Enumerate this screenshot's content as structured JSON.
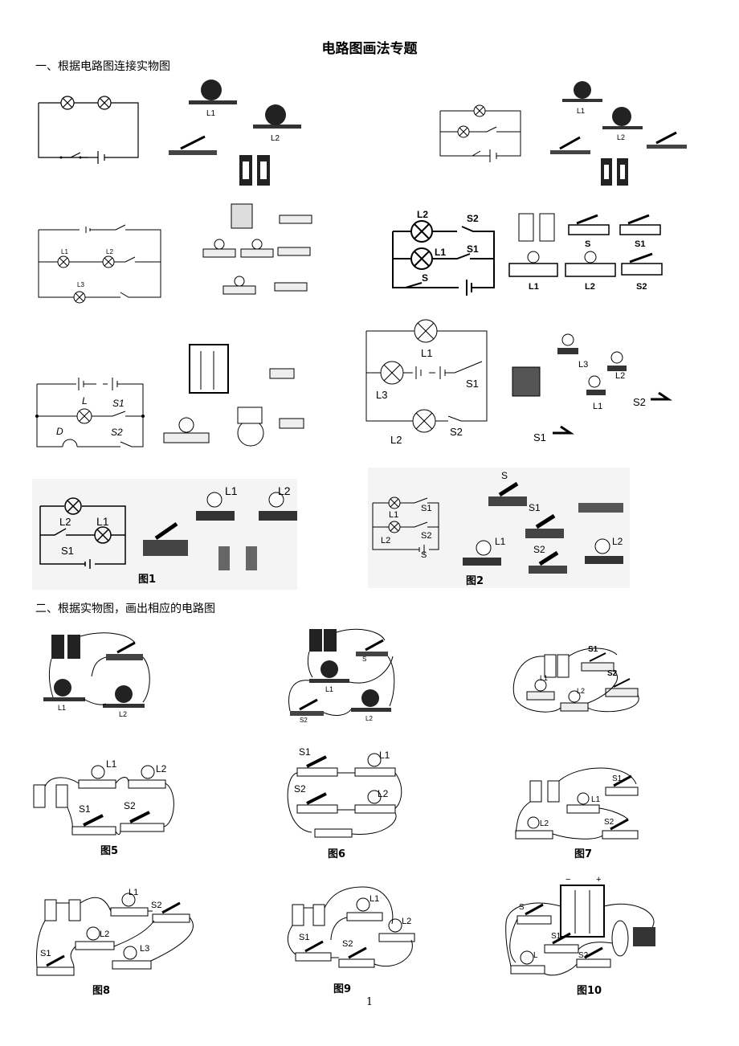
{
  "title": "电路图画法专题",
  "section1": "一、根据电路图连接实物图",
  "section2": "二、根据实物图，画出相应的电路图",
  "page_number": "1",
  "labels": {
    "L": "L",
    "L1": "L1",
    "L2": "L2",
    "L3": "L3",
    "S": "S",
    "S1": "S1",
    "S2": "S2",
    "D": "D"
  },
  "captions": {
    "fig1": "图1",
    "fig2": "图2",
    "fig5": "图5",
    "fig6": "图6",
    "fig7": "图7",
    "fig8": "图8",
    "fig9": "图9",
    "fig10": "图10"
  },
  "icons": [
    "lamp-icon",
    "switch-icon",
    "battery-icon",
    "bell-icon",
    "motor-icon"
  ]
}
